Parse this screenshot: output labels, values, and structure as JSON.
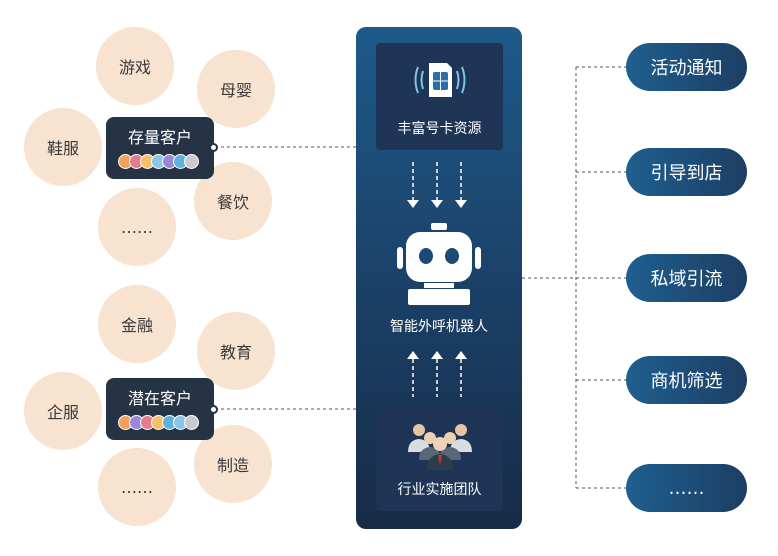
{
  "stock_group": {
    "label": "存量客户",
    "industries": [
      "游戏",
      "母婴",
      "鞋服",
      "餐饮",
      "……"
    ]
  },
  "potential_group": {
    "label": "潜在客户",
    "industries": [
      "金融",
      "教育",
      "企服",
      "制造",
      "……"
    ]
  },
  "center": {
    "top_box": "丰富号卡资源",
    "robot": "智能外呼机器人",
    "bottom_box": "行业实施团队"
  },
  "outcomes": [
    "活动通知",
    "引导到店",
    "私域引流",
    "商机筛选",
    "……"
  ],
  "colors": {
    "circle_fill": "#f8e2d0",
    "customer_box": "#263345",
    "panel_top": "#1d5a88",
    "panel_bottom": "#172b46",
    "pill": "#1f5f8f"
  },
  "icons": [
    "sim-card-icon",
    "robot-icon",
    "team-icon",
    "avatar-icon"
  ]
}
